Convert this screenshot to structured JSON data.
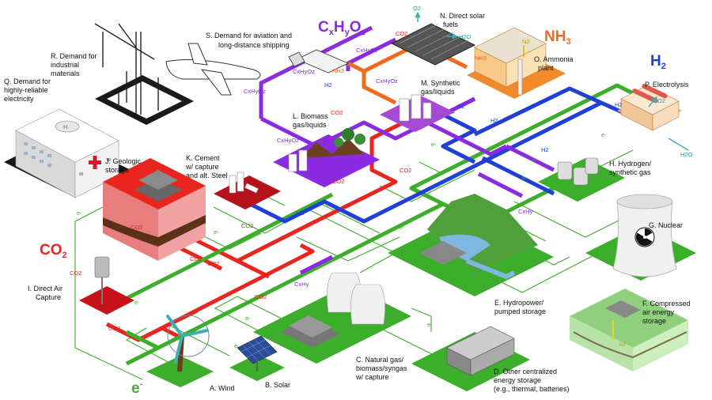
{
  "carriers": {
    "cxhyoz": {
      "label": "CxHyOz",
      "color": "#8a2be2"
    },
    "nh3": {
      "label": "NH3",
      "color": "#f26a21"
    },
    "h2": {
      "label": "H2",
      "color": "#1f3fd6"
    },
    "co2": {
      "label": "CO2",
      "color": "#e8261f"
    },
    "e": {
      "label": "e-",
      "color": "#3dae2b"
    }
  },
  "nodes": {
    "a": {
      "label": "A. Wind"
    },
    "b": {
      "label": "B. Solar"
    },
    "c": {
      "label_1": "C. Natural gas/",
      "label_2": "biomass/syngas",
      "label_3": "w/ capture"
    },
    "d": {
      "label_1": "D. Other centralized",
      "label_2": "energy storage",
      "label_3": "(e.g., thermal, batteries)"
    },
    "e": {
      "label_1": "E. Hydropower/",
      "label_2": "pumped storage"
    },
    "f": {
      "label_1": "F. Compressed",
      "label_2": "air energy",
      "label_3": "storage",
      "air": "Air"
    },
    "g": {
      "label": "G. Nuclear"
    },
    "h": {
      "label_1": "H. Hydrogen/",
      "label_2": "synthetic gas"
    },
    "i": {
      "label_1": "I. Direct Air",
      "label_2": "Capture"
    },
    "j": {
      "label_1": "J. Geologic",
      "label_2": "storage"
    },
    "k": {
      "label_1": "K. Cement",
      "label_2": "w/ capture",
      "label_3": "and alt. Steel"
    },
    "l": {
      "label_1": "L. Biomass",
      "label_2": "gas/liquids"
    },
    "m": {
      "label_1": "M. Synthetic",
      "label_2": "gas/liquids"
    },
    "n": {
      "label_1": "N. Direct solar",
      "label_2": "fuels"
    },
    "o": {
      "label_1": "O. Ammonia",
      "label_2": "plant"
    },
    "p": {
      "label": "P. Electrolysis"
    },
    "q": {
      "label_1": "Q. Demand for",
      "label_2": "highly-reliable",
      "label_3": "electricity"
    },
    "r": {
      "label_1": "R. Demand for",
      "label_2": "industrial",
      "label_3": "materials"
    },
    "s": {
      "label_1": "S. Demand for aviation and",
      "label_2": "long-distance shipping"
    }
  },
  "flow_labels": {
    "co2": "CO2",
    "h2": "H2",
    "o2": "O2",
    "h2o": "H2O",
    "n2": "N2",
    "nh3": "NH3",
    "cxhyoz": "CxHyOz",
    "cxhy": "CxHy",
    "e": "e-"
  }
}
